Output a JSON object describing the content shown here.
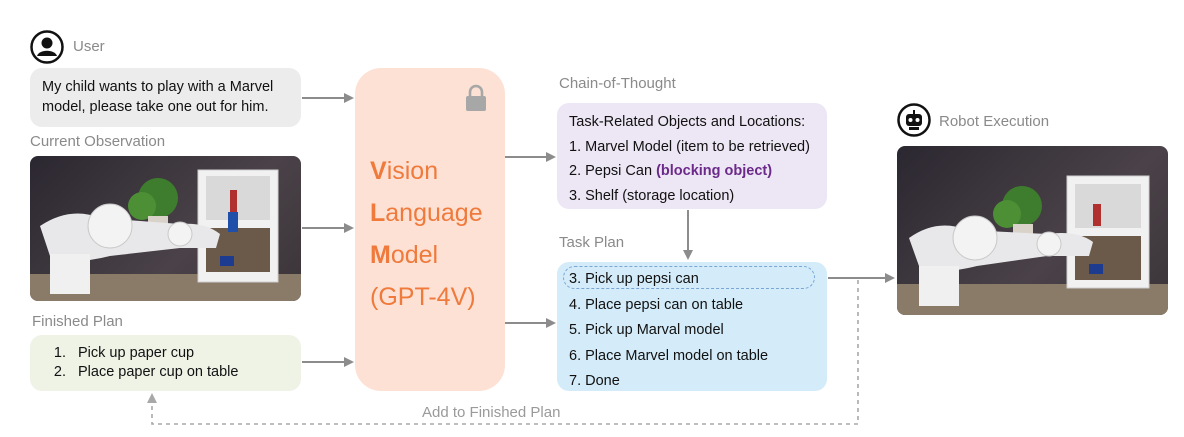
{
  "user": {
    "label": "User",
    "message": "My child wants to play with a Marvel model, please take one out for him."
  },
  "observation": {
    "label": "Current Observation"
  },
  "finished_plan": {
    "label": "Finished Plan",
    "items": [
      "Pick up paper cup",
      "Place paper cup on table"
    ]
  },
  "vlm": {
    "line1_initial": "V",
    "line1_rest": "ision",
    "line2_initial": "L",
    "line2_rest": "anguage",
    "line3_initial": "M",
    "line3_rest": "odel",
    "line4": "(GPT-4V)"
  },
  "chain_of_thought": {
    "label": "Chain-of-Thought",
    "heading": "Task-Related Objects and Locations:",
    "item1": "1. Marvel Model (item to be retrieved)",
    "item2_text": "2. Pepsi Can ",
    "item2_highlight": "(blocking object)",
    "item3": "3. Shelf (storage location)"
  },
  "task_plan": {
    "label": "Task Plan",
    "steps": [
      "3. Pick up pepsi can",
      "4. Place pepsi can on table",
      "5. Pick up Marval model",
      "6. Place Marvel model on table",
      "7. Done"
    ]
  },
  "robot": {
    "label": "Robot Execution"
  },
  "feedback": {
    "label": "Add to Finished Plan"
  },
  "colors": {
    "vlm_bg": "#fde1d4",
    "vlm_text": "#ef7a3c",
    "cot_bg": "#ede6f4",
    "plan_bg": "#d4ecf9",
    "finished_bg": "#eef3e6",
    "user_bg": "#ececec",
    "highlight": "#6b2a8a",
    "arrow": "#8c8c8c"
  }
}
